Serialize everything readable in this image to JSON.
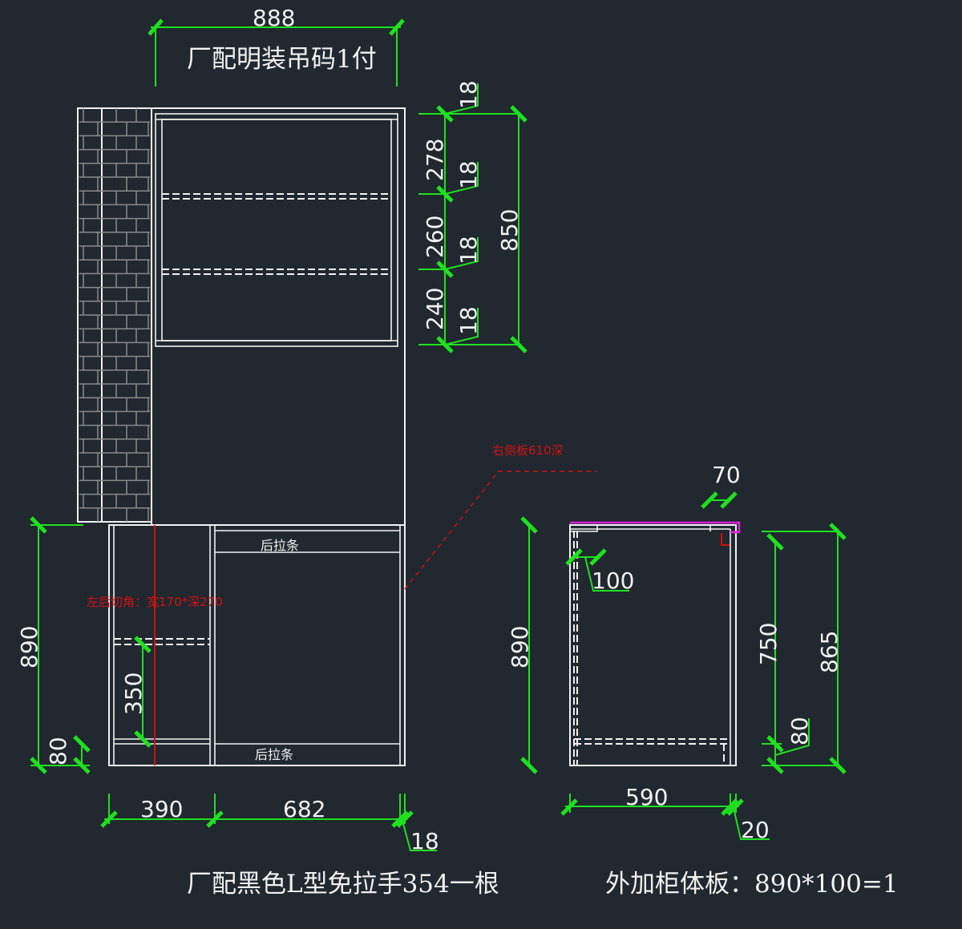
{
  "drawing": {
    "top_note": "厂配明装吊码1付",
    "bottom_note_left": "厂配黑色L型免拉手354一根",
    "bottom_note_right": "外加柜体板：890*100=1",
    "rear_strip_label_top": "后拉条",
    "rear_strip_label_bottom": "后拉条",
    "left_cut_note": "左后切角：宽170*深270",
    "right_panel_note": "右侧板610深"
  },
  "dimensions": {
    "upper_width": "888",
    "upper_top_gap": "18",
    "upper_shelf_1": "278",
    "upper_gap_2": "18",
    "upper_shelf_2": "260",
    "upper_gap_3": "18",
    "upper_shelf_3": "240",
    "upper_gap_4": "18",
    "upper_height": "850",
    "base_height": "890",
    "base_kick": "80",
    "base_shelf": "350",
    "base_left_width": "390",
    "base_right_width": "682",
    "base_side": "18",
    "side_top_overhang": "70",
    "side_inset": "100",
    "side_height": "890",
    "side_inner_height": "750",
    "side_total_height": "865",
    "side_kick": "80",
    "side_depth": "590",
    "side_back": "20"
  },
  "colors": {
    "background": "#212830",
    "lines": "#f2f2f2",
    "dimension": "#1fe01f",
    "annotation": "#d01010",
    "highlight": "#e020e0"
  }
}
